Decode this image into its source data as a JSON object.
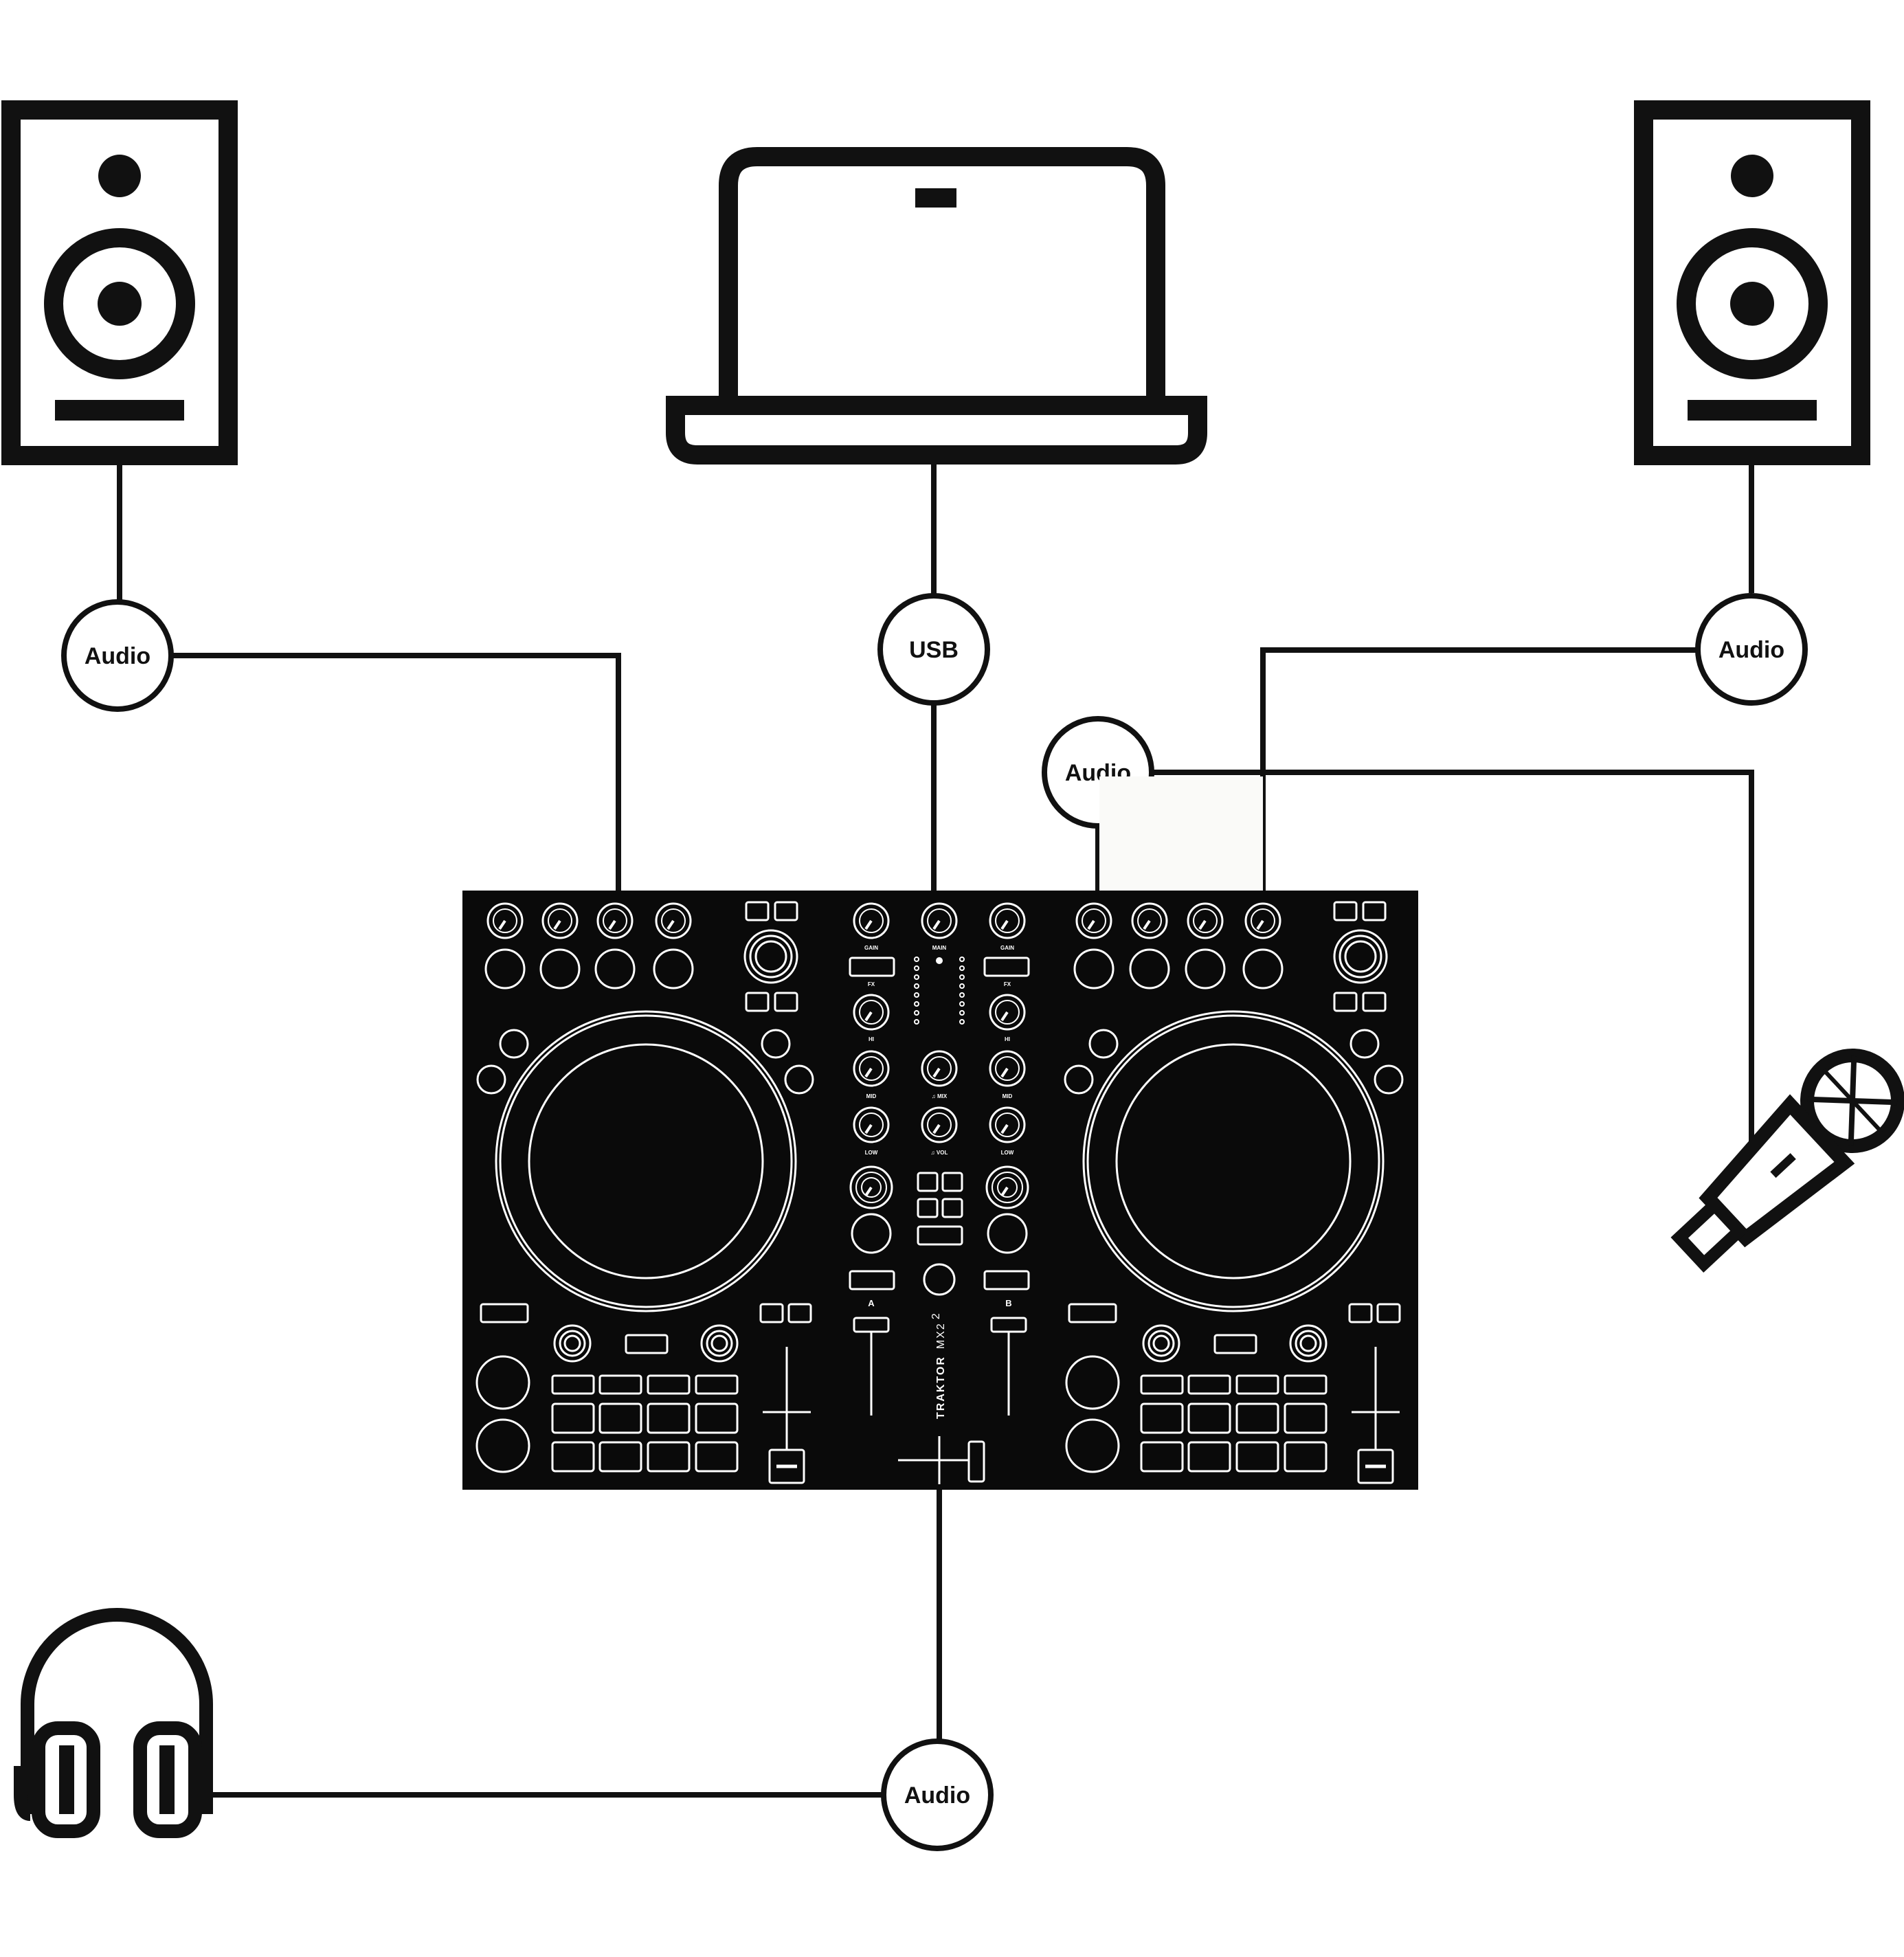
{
  "colors": {
    "ink": "#111111",
    "paper": "#ffffff",
    "device_face": "#0a0a0a",
    "device_line": "#ffffff"
  },
  "connections": {
    "speaker_left": "Audio",
    "laptop": "USB",
    "speaker_right": "Audio",
    "microphone": "Audio",
    "headphones": "Audio"
  },
  "controller": {
    "brand": "TRAKTOR",
    "model": "MX2",
    "model_suffix": "2",
    "labels": {
      "gain_left": "GAIN",
      "main": "MAIN",
      "gain_right": "GAIN",
      "fx_left": "FX",
      "fx_right": "FX",
      "hi_left": "HI",
      "hi_right": "HI",
      "mid_left": "MID",
      "cue_mix": "♫ MIX",
      "mid_right": "MID",
      "low_left": "LOW",
      "cue_vol": "♫ VOL",
      "low_right": "LOW",
      "deck_a": "A",
      "deck_b": "B"
    }
  },
  "icons": [
    "speaker-icon",
    "laptop-icon",
    "microphone-icon",
    "headphones-icon",
    "dj-controller-icon"
  ]
}
